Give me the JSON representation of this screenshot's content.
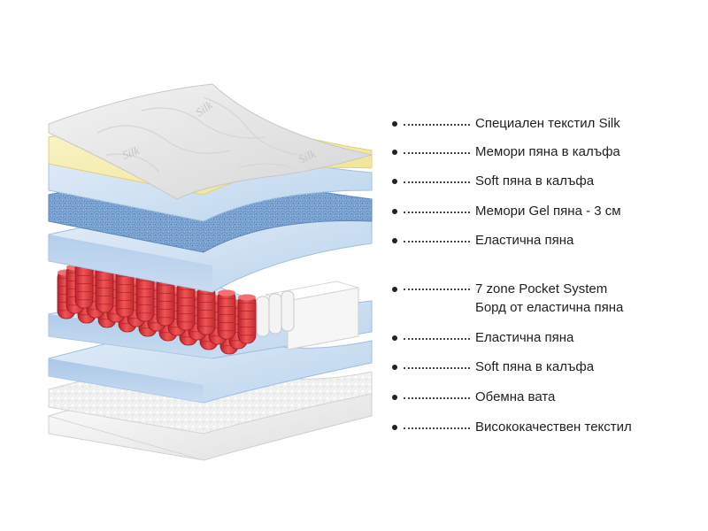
{
  "layers": [
    {
      "label": "Специален текстил Silk"
    },
    {
      "label": "Мемори пяна в калъфа"
    },
    {
      "label": "Soft пяна в калъфа"
    },
    {
      "label": "Мемори Gel пяна - 3 см"
    },
    {
      "label": "Еластична пяна"
    },
    {
      "label": "7 zone Pocket System",
      "label2": "Борд от еластична пяна"
    },
    {
      "label": "Еластична пяна"
    },
    {
      "label": "Soft пяна в калъфа"
    },
    {
      "label": "Обемна вата"
    },
    {
      "label": "Висококачествен текстил"
    }
  ],
  "silk_watermark": "Silk",
  "colors": {
    "silk": "#ebebeb",
    "memory_yellow": "#f7efb0",
    "soft_blue": "#cfe2f3",
    "gel_blue": "#7fa8d6",
    "elastic_blue": "#b7d3ee",
    "spring_red": "#e03a3a",
    "wadding": "#f2f2f2",
    "textile": "#f4f4f4"
  }
}
